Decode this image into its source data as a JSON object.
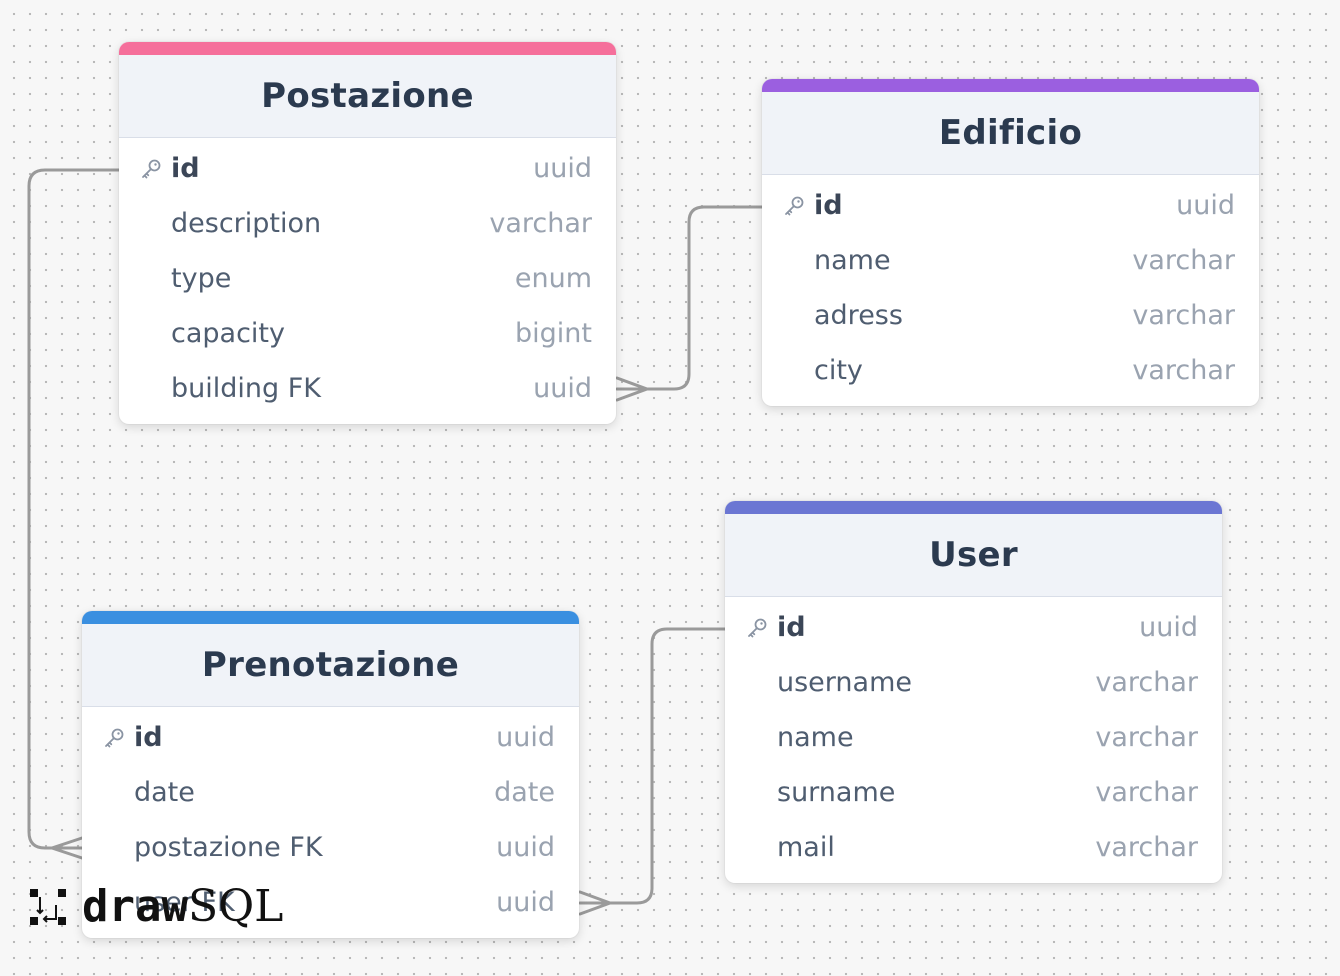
{
  "tables": {
    "postazione": {
      "name": "Postazione",
      "color": "#f56f9b",
      "fields": [
        {
          "name": "id",
          "type": "uuid",
          "pk": true
        },
        {
          "name": "description",
          "type": "varchar"
        },
        {
          "name": "type",
          "type": "enum"
        },
        {
          "name": "capacity",
          "type": "bigint"
        },
        {
          "name": "building FK",
          "type": "uuid"
        }
      ]
    },
    "edificio": {
      "name": "Edificio",
      "color": "#9b5fe0",
      "fields": [
        {
          "name": "id",
          "type": "uuid",
          "pk": true
        },
        {
          "name": "name",
          "type": "varchar"
        },
        {
          "name": "adress",
          "type": "varchar"
        },
        {
          "name": "city",
          "type": "varchar"
        }
      ]
    },
    "user": {
      "name": "User",
      "color": "#6b76d3",
      "fields": [
        {
          "name": "id",
          "type": "uuid",
          "pk": true
        },
        {
          "name": "username",
          "type": "varchar"
        },
        {
          "name": "name",
          "type": "varchar"
        },
        {
          "name": "surname",
          "type": "varchar"
        },
        {
          "name": "mail",
          "type": "varchar"
        }
      ]
    },
    "prenotazione": {
      "name": "Prenotazione",
      "color": "#3a8fe0",
      "fields": [
        {
          "name": "id",
          "type": "uuid",
          "pk": true
        },
        {
          "name": "date",
          "type": "date"
        },
        {
          "name": "postazione FK",
          "type": "uuid"
        },
        {
          "name": "user FK",
          "type": "uuid"
        }
      ]
    }
  },
  "relations": [
    {
      "from": "postazione.building FK",
      "to": "edificio.id"
    },
    {
      "from": "prenotazione.postazione FK",
      "to": "postazione.id"
    },
    {
      "from": "prenotazione.user FK",
      "to": "user.id"
    }
  ],
  "logo": {
    "part1": "draw",
    "part2": "SQL"
  }
}
